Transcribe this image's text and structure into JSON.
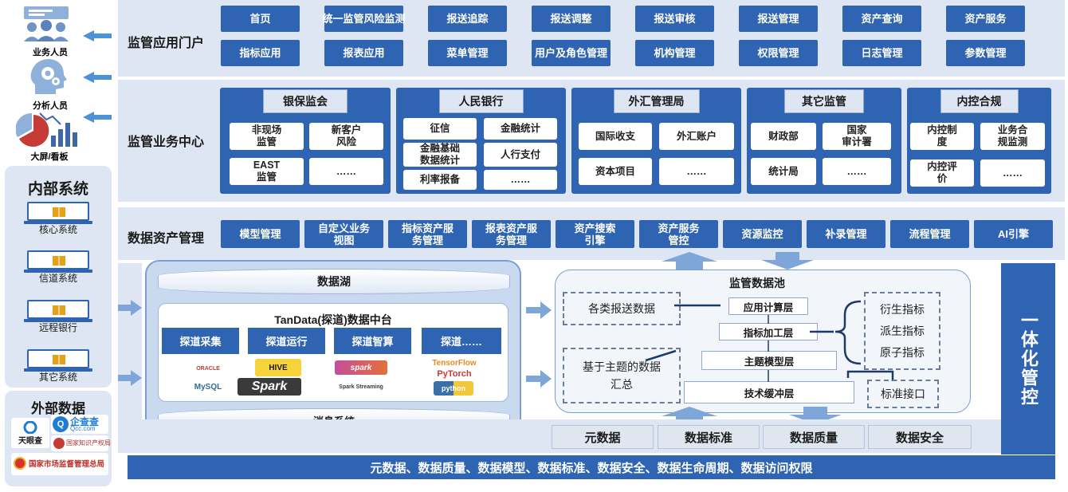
{
  "left_panel": {
    "users": [
      {
        "label": "业务人员",
        "icon": "business-people-icon"
      },
      {
        "label": "分析人员",
        "icon": "analyst-head-gear-icon"
      },
      {
        "label": "大屏/看板",
        "icon": "dashboard-chart-icon"
      }
    ],
    "internal": {
      "title": "内部系统",
      "systems": [
        "核心系统",
        "信道系统",
        "远程银行",
        "其它系统"
      ]
    },
    "external": {
      "title": "外部数据",
      "sources": [
        "天眼查",
        "企查查",
        "Qcc.com",
        "国家知识产权局",
        "国家市场监督管理总局"
      ]
    }
  },
  "portal": {
    "label": "监管应用门户",
    "row1": [
      "首页",
      "统一监管风险监测",
      "报送追踪",
      "报送调整",
      "报送审核",
      "报送管理",
      "资产查询",
      "资产服务"
    ],
    "row2": [
      "指标应用",
      "报表应用",
      "菜单管理",
      "用户及角色管理",
      "机构管理",
      "权限管理",
      "日志管理",
      "参数管理"
    ]
  },
  "business_center": {
    "label": "监管业务中心",
    "groups": [
      {
        "title": "银保监会",
        "items": [
          "非现场\n监管",
          "新客户\n风险",
          "EAST\n监管",
          "……"
        ]
      },
      {
        "title": "人民银行",
        "items": [
          "征信",
          "金融统计",
          "金融基础\n数据统计",
          "人行支付",
          "利率报备",
          "……"
        ]
      },
      {
        "title": "外汇管理局",
        "items": [
          "国际收支",
          "外汇账户",
          "资本项目",
          "……"
        ]
      },
      {
        "title": "其它监管",
        "items": [
          "财政部",
          "国家\n审计署",
          "统计局",
          "……"
        ]
      },
      {
        "title": "内控合规",
        "items": [
          "内控制\n度",
          "业务合\n规监测",
          "内控评\n价",
          "……"
        ]
      }
    ]
  },
  "asset_mgmt": {
    "label": "数据资产管理",
    "items": [
      "模型管理",
      "自定义业务\n视图",
      "指标资产服\n务管理",
      "报表资产服\n务管理",
      "资产搜索\n引擎",
      "资产服务\n管控",
      "资源监控",
      "补录管理",
      "流程管理",
      "AI引擎"
    ]
  },
  "data_lake": {
    "title": "数据湖",
    "tandata": "TanData(探道)数据中台",
    "buttons": [
      "探道采集",
      "探道运行",
      "探道智算",
      "探道……"
    ],
    "logos": [
      "ORACLE",
      "HIVE",
      "spark",
      "MySQL",
      "Spark",
      "Spark Streaming",
      "TensorFlow",
      "PyTorch",
      "python"
    ],
    "message": "消息系统"
  },
  "pool": {
    "title": "监管数据池",
    "left_boxes": [
      "各类报送数据",
      "基于主题的数据\n汇总"
    ],
    "layers": [
      "应用计算层",
      "指标加工层",
      "主题模型层",
      "技术缓冲层"
    ],
    "indicators": [
      "衍生指标",
      "派生指标",
      "原子指标"
    ],
    "std_interface": "标准接口"
  },
  "bottom": {
    "boxes": [
      "元数据",
      "数据标准",
      "数据质量",
      "数据安全"
    ],
    "bar": "元数据、数据质量、数据模型、数据标准、数据安全、数据生命周期、数据访问权限"
  },
  "governance": "一体化管控"
}
